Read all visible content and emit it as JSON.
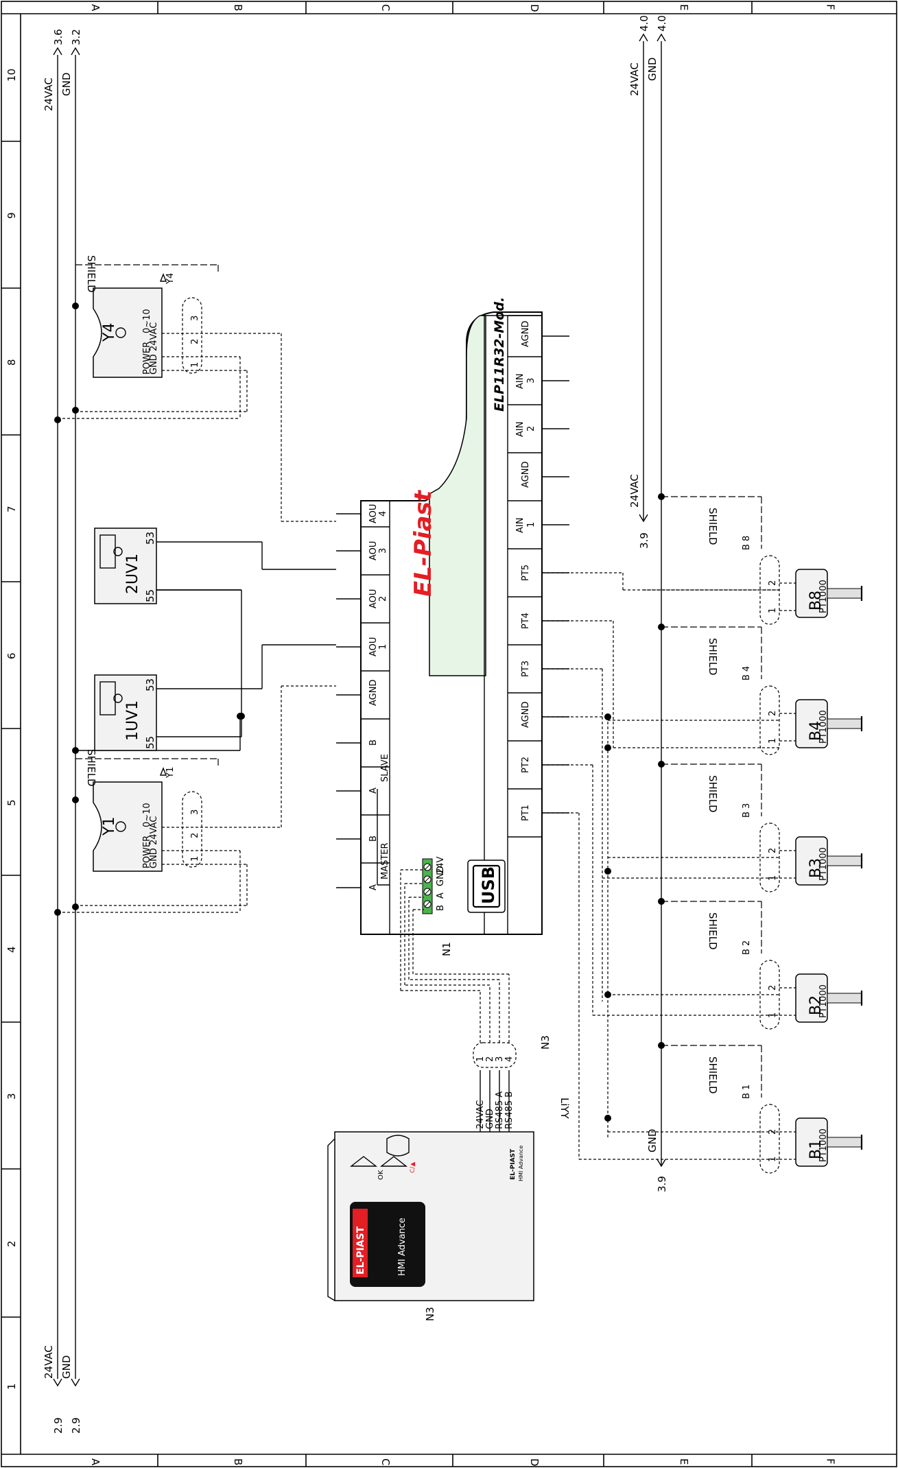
{
  "frame": {
    "rows": [
      "A",
      "B",
      "C",
      "D",
      "E",
      "F"
    ],
    "cols": [
      "1",
      "2",
      "3",
      "4",
      "5",
      "6",
      "7",
      "8",
      "9",
      "10"
    ]
  },
  "rails_left": {
    "supply": "24VAC",
    "ground": "GND",
    "ref_top_supply": "3.6",
    "ref_top_ground": "3.2",
    "ref_bot_supply": "2.9",
    "ref_bot_ground": "2.9"
  },
  "rails_right": {
    "supply": "24VAC",
    "ground": "GND",
    "ref_top_supply": "4.0",
    "ref_top_ground": "4.0",
    "ref_mid": "3.9",
    "ref_bot": "3.9"
  },
  "controller": {
    "brand": "EL-Piast",
    "model": "ELP11R32-Mod.",
    "ref": "N1",
    "usb": "USB",
    "bus_master": "MASTER",
    "bus_slave": "SLAVE",
    "top_terminals": [
      "A",
      "B",
      "A",
      "B",
      "AGND",
      "AOU 1",
      "AOU 2",
      "AOU 3",
      "AOU 4"
    ],
    "bottom_terminals": [
      "PT1",
      "PT2",
      "AGND",
      "PT3",
      "PT4",
      "PT5",
      "AIN 1",
      "AGND",
      "AIN 2",
      "AIN 3",
      "AGND"
    ],
    "rs485_pins": [
      "24V",
      "GND",
      "A",
      "B"
    ]
  },
  "hmi": {
    "ref": "N3",
    "brand": "EL-PIAST",
    "model": "HMI Advance",
    "small_brand": "EL-PIAST",
    "small_model": "HMI Advance",
    "ok_label": "OK",
    "c_label": "C/▲",
    "wire_labels": [
      "24VAC",
      "GND",
      "RS485 A",
      "RS485 B"
    ],
    "connector_pins": [
      "1",
      "2",
      "3",
      "4"
    ],
    "cable": "LiYY"
  },
  "actuators": [
    {
      "ref": "Y1",
      "power": "POWER",
      "gnd": "GND 24VAC",
      "signal": "0~10",
      "pins": [
        "1",
        "2",
        "3"
      ],
      "shield": "SHIELD",
      "tag": "Y1"
    },
    {
      "ref": "Y4",
      "power": "POWER",
      "gnd": "GND 24VAC",
      "signal": "0~10",
      "pins": [
        "1",
        "2",
        "3"
      ],
      "shield": "SHIELD",
      "tag": "Y4"
    }
  ],
  "valves": [
    {
      "ref": "1UV1",
      "t1": "55",
      "t2": "53"
    },
    {
      "ref": "2UV1",
      "t1": "55",
      "t2": "53"
    }
  ],
  "sensors": [
    {
      "ref": "B1",
      "type": "PT1000",
      "tag": "B 1",
      "shield": "SHIELD"
    },
    {
      "ref": "B2",
      "type": "PT1000",
      "tag": "B 2",
      "shield": "SHIELD"
    },
    {
      "ref": "B3",
      "type": "PT1000",
      "tag": "B 3",
      "shield": "SHIELD"
    },
    {
      "ref": "B4",
      "type": "PT1000",
      "tag": "B 4",
      "shield": "SHIELD"
    },
    {
      "ref": "B8",
      "type": "PT1000",
      "tag": "B 8",
      "shield": "SHIELD"
    }
  ],
  "colors": {
    "line": "#000000",
    "brand_red": "#e31e24",
    "panel_green": "#e6f5e6",
    "device_grey": "#f2f2f2"
  }
}
